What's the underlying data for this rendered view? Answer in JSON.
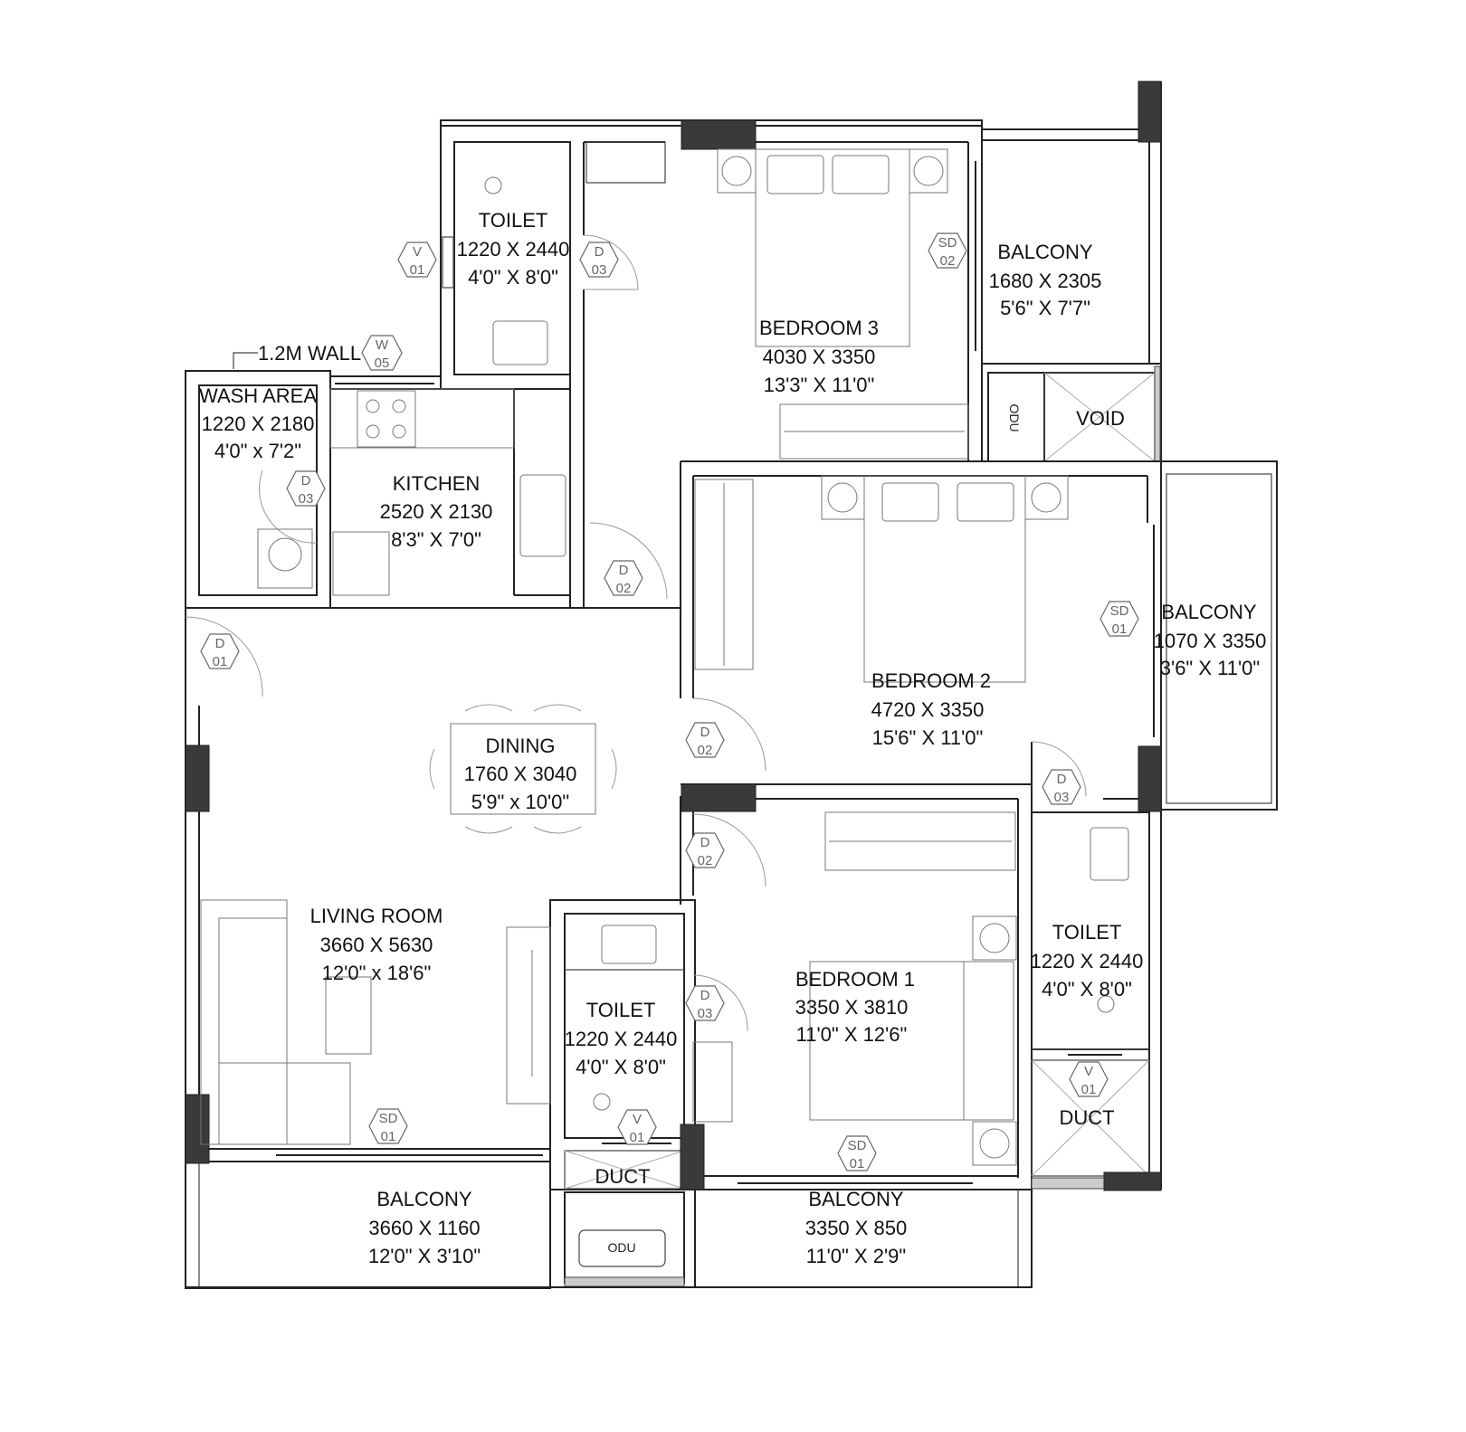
{
  "plan": {
    "rooms": [
      {
        "id": "toilet-top",
        "name": "TOILET",
        "metric": "1220 X 2440",
        "imperial": "4'0\" X 8'0\""
      },
      {
        "id": "bedroom-3",
        "name": "BEDROOM 3",
        "metric": "4030 X 3350",
        "imperial": "13'3\" X 11'0\""
      },
      {
        "id": "balcony-br3",
        "name": "BALCONY",
        "metric": "1680 X 2305",
        "imperial": "5'6\" X 7'7\""
      },
      {
        "id": "void",
        "name": "VOID"
      },
      {
        "id": "wash-area",
        "name": "WASH AREA",
        "metric": "1220 X 2180",
        "imperial": "4'0\" x 7'2\""
      },
      {
        "id": "kitchen",
        "name": "KITCHEN",
        "metric": "2520 X 2130",
        "imperial": "8'3\" X 7'0\""
      },
      {
        "id": "bedroom-2",
        "name": "BEDROOM 2",
        "metric": "4720 X 3350",
        "imperial": "15'6\" X 11'0\""
      },
      {
        "id": "balcony-br2",
        "name": "BALCONY",
        "metric": "1070 X 3350",
        "imperial": "3'6\" X 11'0\""
      },
      {
        "id": "dining",
        "name": "DINING",
        "metric": "1760 X 3040",
        "imperial": "5'9\" x 10'0\""
      },
      {
        "id": "living-room",
        "name": "LIVING ROOM",
        "metric": "3660 X 5630",
        "imperial": "12'0\" x 18'6\""
      },
      {
        "id": "toilet-center",
        "name": "TOILET",
        "metric": "1220 X 2440",
        "imperial": "4'0\" X 8'0\""
      },
      {
        "id": "bedroom-1",
        "name": "BEDROOM 1",
        "metric": "3350 X 3810",
        "imperial": "11'0\" X 12'6\""
      },
      {
        "id": "toilet-right",
        "name": "TOILET",
        "metric": "1220 X 2440",
        "imperial": "4'0\" X 8'0\""
      },
      {
        "id": "duct-right",
        "name": "DUCT"
      },
      {
        "id": "duct-center",
        "name": "DUCT"
      },
      {
        "id": "balcony-living",
        "name": "BALCONY",
        "metric": "3660 X 1160",
        "imperial": "12'0\" X 3'10\""
      },
      {
        "id": "balcony-br1",
        "name": "BALCONY",
        "metric": "3350 X 850",
        "imperial": "11'0\" X 2'9\""
      }
    ],
    "annotations": {
      "wall_note": "1.2M WALL",
      "odu_label": "ODU"
    },
    "tags": [
      {
        "type": "V",
        "num": "01"
      },
      {
        "type": "D",
        "num": "03"
      },
      {
        "type": "W",
        "num": "05"
      },
      {
        "type": "SD",
        "num": "02"
      },
      {
        "type": "D",
        "num": "03"
      },
      {
        "type": "D",
        "num": "02"
      },
      {
        "type": "D",
        "num": "01"
      },
      {
        "type": "SD",
        "num": "01"
      },
      {
        "type": "D",
        "num": "02"
      },
      {
        "type": "D",
        "num": "03"
      },
      {
        "type": "D",
        "num": "02"
      },
      {
        "type": "D",
        "num": "03"
      },
      {
        "type": "SD",
        "num": "01"
      },
      {
        "type": "V",
        "num": "01"
      },
      {
        "type": "SD",
        "num": "01"
      },
      {
        "type": "V",
        "num": "01"
      }
    ]
  }
}
